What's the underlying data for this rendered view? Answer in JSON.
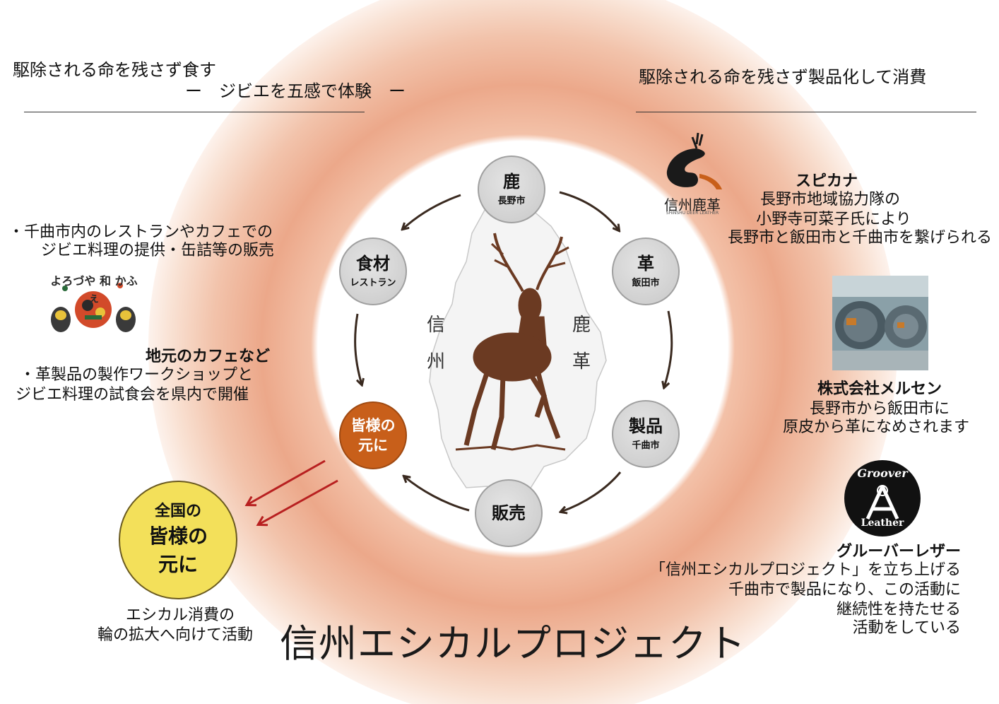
{
  "title": "信州エシカルプロジェクト",
  "left_header": {
    "line1": "駆除される命を残さず食す",
    "line2": "ー　ジビエを五感で体験　ー"
  },
  "right_header": "駆除される命を残さず製品化して消費",
  "left_item1": {
    "line1": "・千曲市内のレストランやカフェでの",
    "line2": "ジビエ料理の提供・缶詰等の販売"
  },
  "left_logo_text": "よろづや 和 かふぇ",
  "left_item2": {
    "title": "地元のカフェなど",
    "line1": "・革製品の製作ワークショップと",
    "line2": "ジビエ料理の試食会を県内で開催"
  },
  "cycle": {
    "nodes": {
      "shika": {
        "main": "鹿",
        "sub": "長野市"
      },
      "kawa": {
        "main": "革",
        "sub": "飯田市"
      },
      "seihin": {
        "main": "製品",
        "sub": "千曲市"
      },
      "hanbai": {
        "main": "販売"
      },
      "shokuzai": {
        "main": "食材",
        "sub": "レストラン"
      }
    },
    "center_node": {
      "line1": "皆様の",
      "line2": "元に"
    },
    "vertical_left": [
      "信",
      "州"
    ],
    "vertical_right": [
      "鹿",
      "革"
    ]
  },
  "national": {
    "line1": "全国の",
    "line2": "皆様の",
    "line3": "元に",
    "caption1": "エシカル消費の",
    "caption2": "輪の拡大へ向けて活動"
  },
  "spikana": {
    "logo_text": "信州鹿革",
    "logo_sub": "SHINSHU DEER LEATHER",
    "title": "スピカナ",
    "line1": "長野市地域協力隊の",
    "line2": "小野寺可菜子氏により",
    "line3": "長野市と飯田市と千曲市を繋げられる"
  },
  "mersen": {
    "title": "株式会社メルセン",
    "line1": "長野市から飯田市に",
    "line2": "原皮から革になめされます"
  },
  "groover": {
    "logo_top": "Groover",
    "logo_bottom": "Leather",
    "title": "グルーバーレザー",
    "line1": "「信州エシカルプロジェクト」を立ち上げる",
    "line2": "千曲市で製品になり、この活動に",
    "line3": "継続性を持たせる",
    "line4": "活動をしている"
  },
  "colors": {
    "ring": "#eca88a",
    "node_gray": "#d4d4d4",
    "node_orange": "#c85f1a",
    "node_yellow": "#f3e05a",
    "arrow_dark": "#3a2a20",
    "arrow_red": "#b82020",
    "deer": "#6b3a22"
  }
}
